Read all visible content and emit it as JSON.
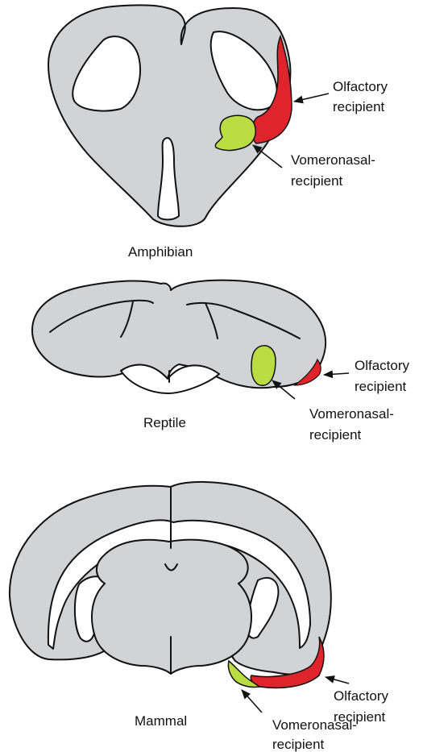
{
  "colors": {
    "olfactory": "#e0242b",
    "vomeronasal": "#b9dd43",
    "tissue": "#d2d3d4"
  },
  "panels": {
    "amphibian": {
      "name": "Amphibian",
      "olfactory_label": [
        "Olfactory",
        "recipient"
      ],
      "vomeronasal_label": [
        "Vomeronasal-",
        "recipient"
      ]
    },
    "reptile": {
      "name": "Reptile",
      "olfactory_label": [
        "Olfactory",
        "recipient"
      ],
      "vomeronasal_label": [
        "Vomeronasal-",
        "recipient"
      ]
    },
    "mammal": {
      "name": "Mammal",
      "olfactory_label": [
        "Olfactory",
        "recipient"
      ],
      "vomeronasal_label": [
        "Vomeronasal-",
        "recipient"
      ]
    }
  }
}
